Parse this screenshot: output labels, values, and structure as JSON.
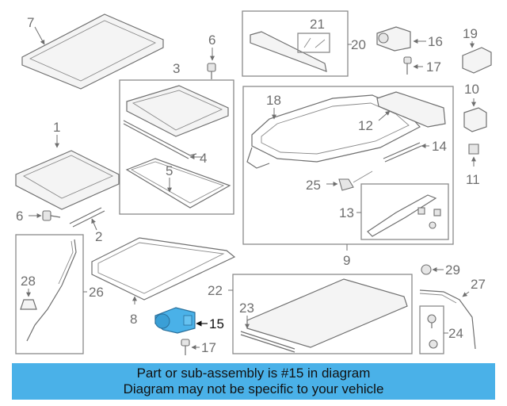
{
  "callouts": {
    "c1": "1",
    "c2": "2",
    "c3": "3",
    "c4": "4",
    "c5": "5",
    "c6a": "6",
    "c6b": "6",
    "c7": "7",
    "c8": "8",
    "c9": "9",
    "c10": "10",
    "c11": "11",
    "c12": "12",
    "c13": "13",
    "c14": "14",
    "c15": "15",
    "c16": "16",
    "c17a": "17",
    "c17b": "17",
    "c18": "18",
    "c19": "19",
    "c20": "20",
    "c21": "21",
    "c22": "22",
    "c23": "23",
    "c24": "24",
    "c25": "25",
    "c26": "26",
    "c27": "27",
    "c28": "28",
    "c29": "29"
  },
  "highlight": {
    "part": "15",
    "color": "#4ab1e8"
  },
  "banner": {
    "line1": "Part or sub-assembly is #15 in diagram",
    "line2": "Diagram may not be specific to your vehicle"
  }
}
